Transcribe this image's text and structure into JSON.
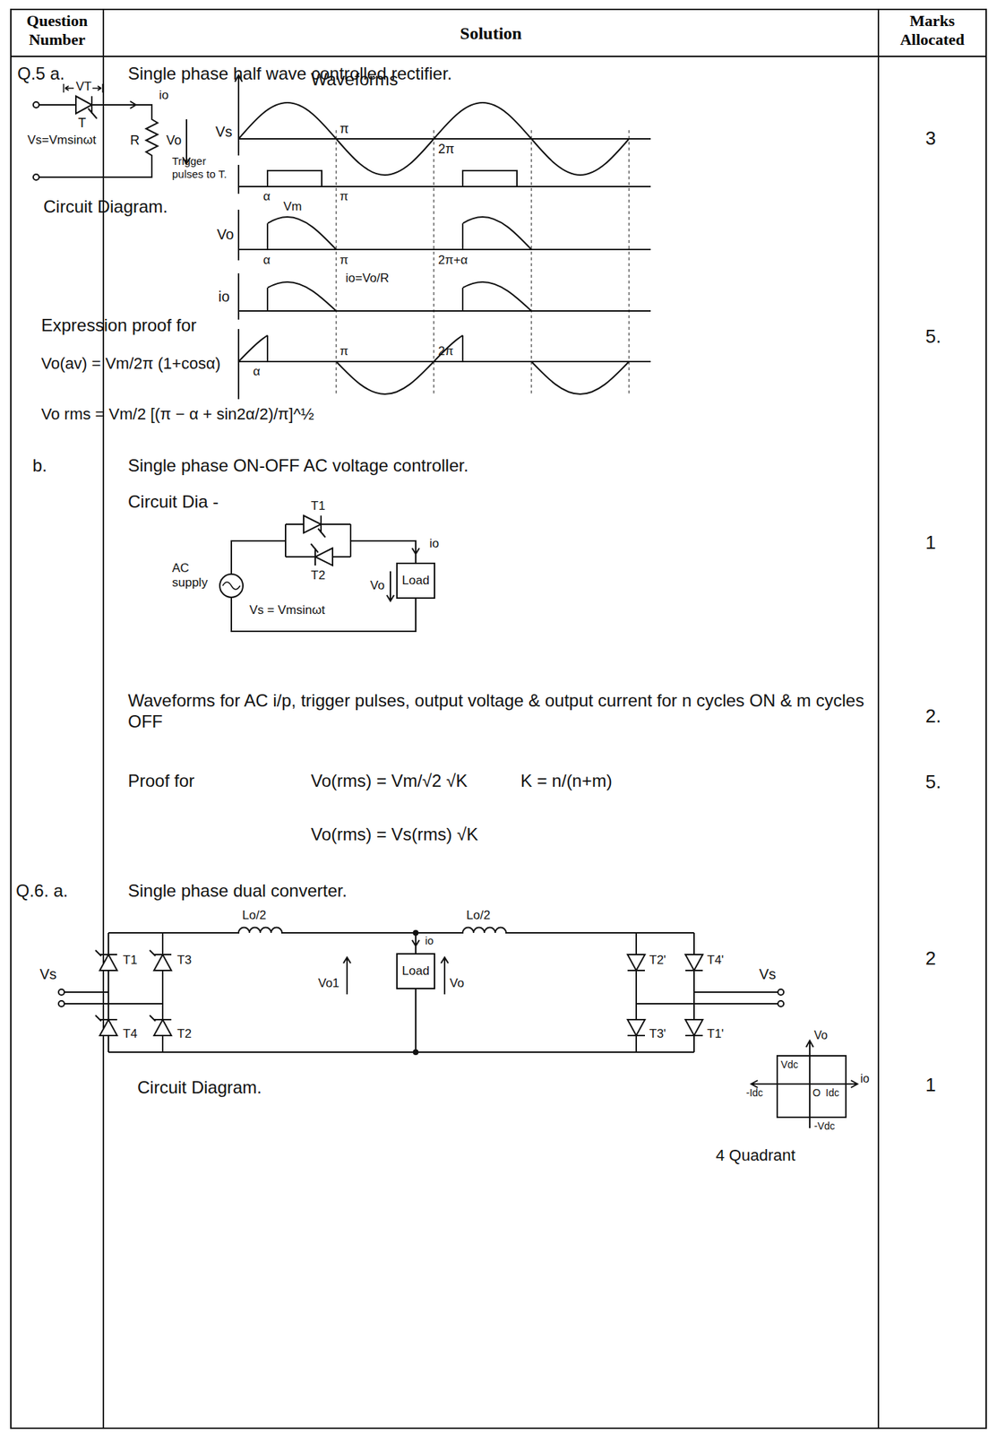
{
  "diagram": {
    "nodes": [
      {
        "text": [
          "Load"
        ]
      },
      {
        "text": [
          "Load"
        ]
      }
    ],
    "labels": [
      "Question Number",
      "Solution",
      "Marks Allocated",
      "Q.5 a.",
      "Single phase half wave controlled rectifier.",
      "VT",
      "T",
      "io",
      "Vs=Vmsinωt",
      "R",
      "Vo",
      "Circuit Diagram.",
      "Waveforms",
      "Vs",
      "π",
      "2π",
      "Trigger pulses to T.",
      "α",
      "π",
      "Vm",
      "Vo",
      "α",
      "π",
      "2π+α",
      "io",
      "io=Vo/R",
      "α",
      "π",
      "2π",
      "3",
      "Expression proof for",
      "Vo(av) = Vm/2π (1+cosα)",
      "5.",
      "Vo rms = Vm/2 [(π − α + sin2α/2)/π]^½",
      "b.",
      "Single phase ON-OFF AC voltage controller.",
      "Circuit Dia -",
      "T1",
      "T2",
      "AC supply",
      "Vs = Vmsinωt",
      "io",
      "Vo",
      "1",
      "Waveforms for AC i/p, trigger pulses, output voltage & output current for n cycles ON & m cycles OFF",
      "2.",
      "Proof for",
      "Vo(rms) = Vm/√2 √K",
      "K = n/(n+m)",
      "5.",
      "Vo(rms) = Vs(rms) √K",
      "Q.6. a.",
      "Single phase dual converter.",
      "Lo/2",
      "Lo/2",
      "Vs",
      "T1",
      "T3",
      "T4",
      "T2",
      "Vo1",
      "io",
      "Vo",
      "T2'",
      "T4'",
      "T3'",
      "T1'",
      "Vs",
      "2",
      "Circuit Diagram.",
      "Vo",
      "Vdc",
      "io",
      "-Idc",
      "O",
      "Idc",
      "-Vdc",
      "4 Quadrant",
      "1"
    ]
  }
}
